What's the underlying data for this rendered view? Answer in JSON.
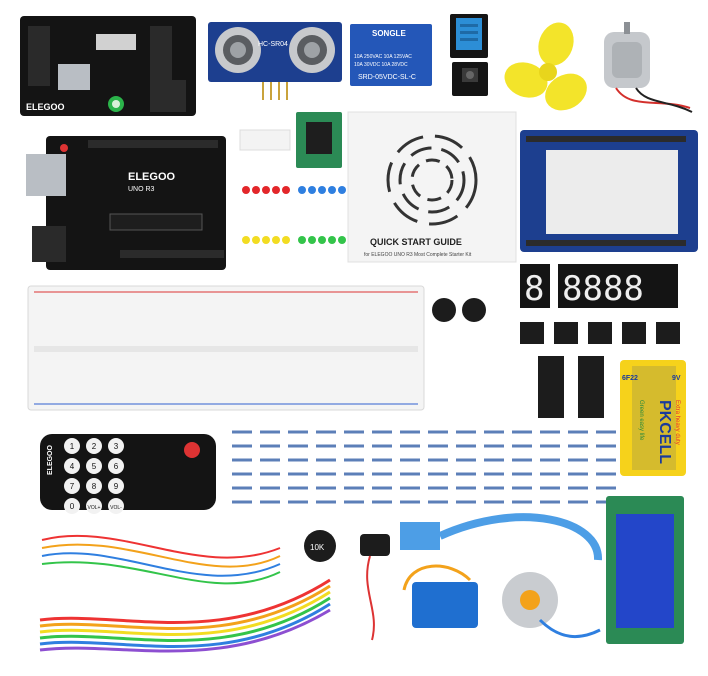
{
  "labels": {
    "power_board": "ELEGOO",
    "sensor": "HC-SR04",
    "relay_brand": "SONGLE",
    "relay_line1": "10A 250VAC  10A 125VAC",
    "relay_line2": "10A  30VDC  10A  28VDC",
    "relay_model": "SRD-05VDC-SL-C",
    "uno_brand": "ELEGOO",
    "uno_model": "UNO R3",
    "guide_title": "QUICK START GUIDE",
    "guide_subtitle": "for ELEGOO UNO R3 Most Complete Starter Kit",
    "remote_brand": "ELEGOO",
    "pot_value": "10K",
    "battery_brand": "PKCELL",
    "battery_type": "6F22",
    "battery_voltage": "9V",
    "battery_tagline1": "Extra heavy duty",
    "battery_tagline2": "Green easy life"
  },
  "remote_keys": [
    "1",
    "2",
    "3",
    "4",
    "5",
    "6",
    "7",
    "8",
    "9",
    "0",
    "VOL+",
    "VOL-"
  ],
  "colors": {
    "pcb_blue": "#1d3f8f",
    "pcb_black": "#141414",
    "relay_blue": "#2457b8",
    "dht_blue": "#2c8ed6",
    "fan_yellow": "#f3e42a",
    "battery_yellow": "#f6d21b",
    "battery_blue": "#1a3b9c",
    "lcd_blue": "#2346c9",
    "servo_blue": "#1f6fd0"
  }
}
